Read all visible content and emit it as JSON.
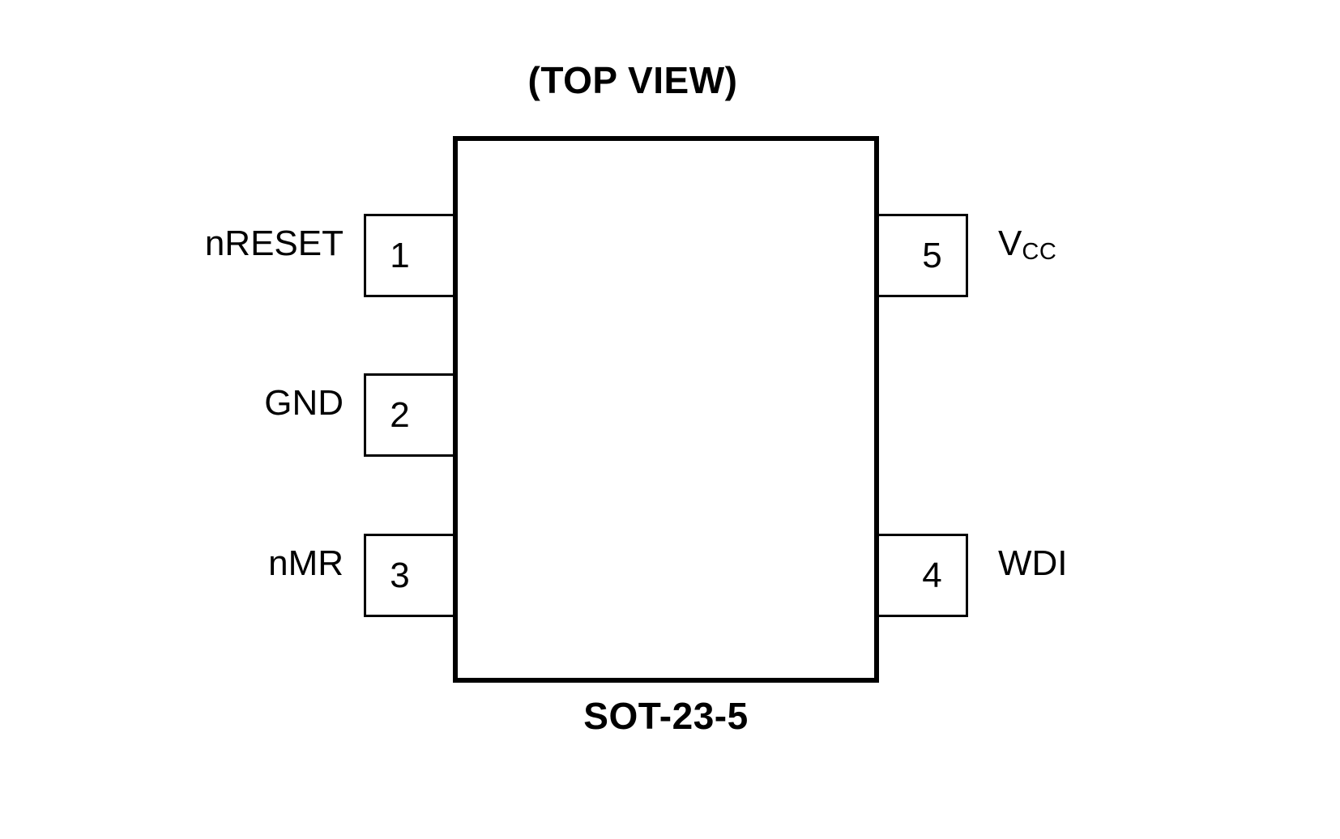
{
  "diagram": {
    "title": "(TOP VIEW)",
    "package_name": "SOT-23-5",
    "body_fill": "#ffffff",
    "line_color": "#000000",
    "pins": {
      "left": [
        {
          "number": "1",
          "signal": "nRESET",
          "signal_sub": ""
        },
        {
          "number": "2",
          "signal": "GND",
          "signal_sub": ""
        },
        {
          "number": "3",
          "signal": "nMR",
          "signal_sub": ""
        }
      ],
      "right": [
        {
          "number": "5",
          "signal": "V",
          "signal_sub": "CC"
        },
        {
          "number": "4",
          "signal": "WDI",
          "signal_sub": ""
        }
      ]
    }
  }
}
